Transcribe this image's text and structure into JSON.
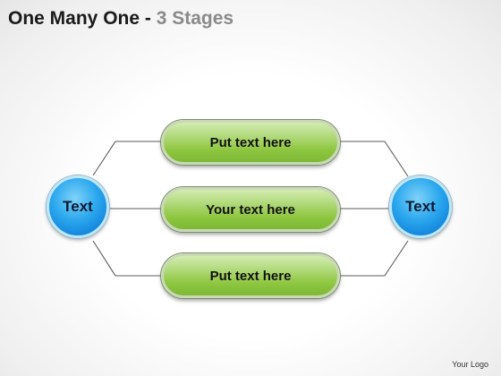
{
  "title": {
    "main": "One Many One",
    "separator": "-",
    "subtitle": "3 Stages"
  },
  "diagram": {
    "left_node": {
      "label": "Text"
    },
    "right_node": {
      "label": "Text"
    },
    "stages": [
      {
        "label": "Put text here"
      },
      {
        "label": "Your text here"
      },
      {
        "label": "Put text here"
      }
    ]
  },
  "footer": {
    "logo_text": "Your Logo"
  },
  "colors": {
    "circle_fill": "#1e9be8",
    "pill_fill": "#8ec63f",
    "connector": "#5a5a5a",
    "subtitle": "#8a8a8a"
  }
}
